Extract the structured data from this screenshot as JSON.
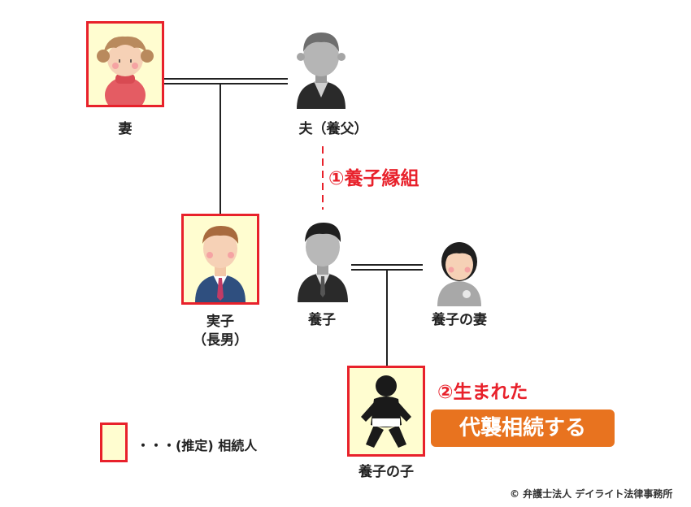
{
  "people": {
    "wife": "妻",
    "husband": "夫（養父）",
    "real_child_line1": "実子",
    "real_child_line2": "（長男）",
    "adopted_child": "養子",
    "adopted_wife": "養子の妻",
    "adopted_grandchild": "養子の子"
  },
  "annotations": {
    "adoption": "①養子縁組",
    "born": "②生まれた",
    "succession": "代襲相続する"
  },
  "legend": {
    "text": "・・・(推定) 相続人"
  },
  "copyright": "© 弁護士法人 デイライト法律事務所",
  "colors": {
    "accent_red": "#e8212b",
    "legend_fill": "#fffdd0",
    "badge_orange": "#e8731f"
  }
}
